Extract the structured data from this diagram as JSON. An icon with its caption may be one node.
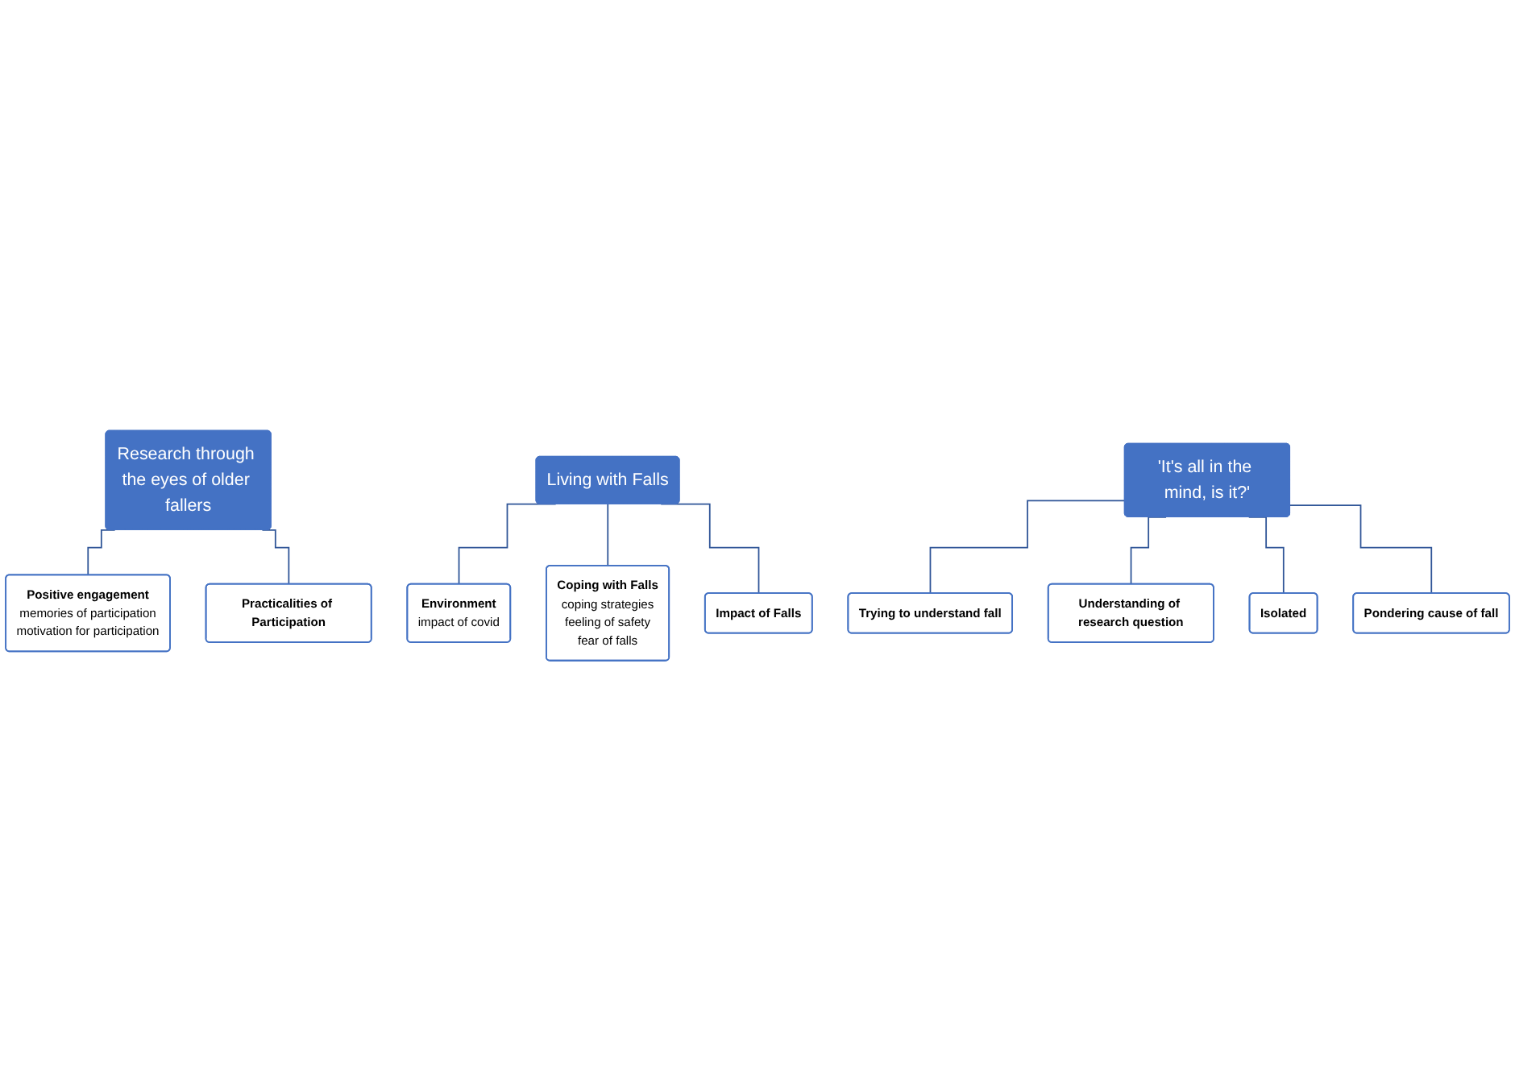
{
  "diagram": {
    "nodes": [
      {
        "text": [
          "Research through the eyes of older fallers"
        ]
      },
      {
        "text": [
          "Positive engagement",
          "memories of participation",
          "motivation for participation"
        ]
      },
      {
        "text": [
          "Practicalities of Participation"
        ]
      },
      {
        "text": [
          "Living with Falls"
        ]
      },
      {
        "text": [
          "Environment",
          "impact of covid"
        ]
      },
      {
        "text": [
          "Coping with Falls",
          "coping strategies",
          "feeling of safety",
          "fear of falls"
        ]
      },
      {
        "text": [
          "Impact of Falls"
        ]
      },
      {
        "text": [
          "'It's all in the mind, is it?'"
        ]
      },
      {
        "text": [
          "Trying to understand fall"
        ]
      },
      {
        "text": [
          "Understanding of research question"
        ]
      },
      {
        "text": [
          "Isolated"
        ]
      },
      {
        "text": [
          "Pondering cause of fall"
        ]
      }
    ],
    "edges": [
      {
        "from": 0,
        "to": 1,
        "arrow": "none"
      },
      {
        "from": 0,
        "to": 2,
        "arrow": "none"
      },
      {
        "from": 3,
        "to": 4,
        "arrow": "none"
      },
      {
        "from": 3,
        "to": 5,
        "arrow": "none"
      },
      {
        "from": 3,
        "to": 6,
        "arrow": "none"
      },
      {
        "from": 7,
        "to": 8,
        "arrow": "none"
      },
      {
        "from": 7,
        "to": 9,
        "arrow": "none"
      },
      {
        "from": 7,
        "to": 10,
        "arrow": "none"
      },
      {
        "from": 7,
        "to": 11,
        "arrow": "none"
      }
    ]
  }
}
